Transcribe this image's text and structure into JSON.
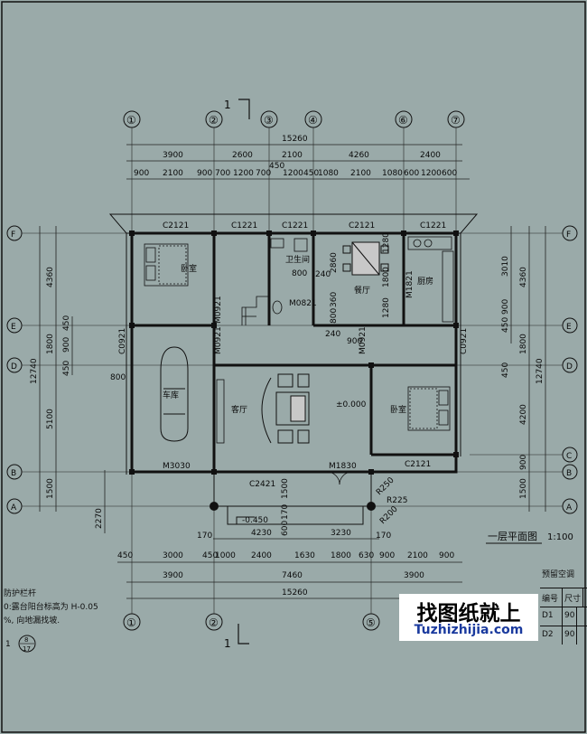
{
  "sheet": {
    "section_mark": "1",
    "plan_title": "一层平面图",
    "plan_scale": "1:100",
    "watermark_cn": "找图纸就上",
    "watermark_en": "Tuzhizhijia.com"
  },
  "axes_vertical": [
    "①",
    "②",
    "③",
    "④",
    "⑥",
    "⑦"
  ],
  "axes_bottom": [
    "①",
    "②",
    "⑤"
  ],
  "axes_horizontal": [
    "F",
    "E",
    "D",
    "C",
    "B",
    "A"
  ],
  "dims_top": {
    "overall": "15260",
    "row2": [
      "3900",
      "2600",
      "2100",
      "4260",
      "2400"
    ],
    "row3": [
      "900",
      "2100",
      "900",
      "700",
      "1200",
      "700",
      "1200",
      "450",
      "1080",
      "2100",
      "1080",
      "600",
      "1200",
      "600"
    ],
    "extra": "450"
  },
  "dims_bottom": {
    "overall": "15260",
    "row2": [
      "3900",
      "7460",
      "3900"
    ],
    "row1": [
      "450",
      "3000",
      "450",
      "1000",
      "2400",
      "1630",
      "1800",
      "630",
      "900",
      "2100",
      "900"
    ],
    "front": [
      "4230",
      "3230"
    ],
    "small": [
      "170",
      "170"
    ]
  },
  "dims_left": {
    "overall": "12740",
    "parts": [
      "4360",
      "1800",
      "5100",
      "1500"
    ],
    "sub": [
      "450",
      "900",
      "450"
    ],
    "porch": "2270",
    "wall": "800"
  },
  "dims_right": {
    "overall": "12740",
    "parts": [
      "4360",
      "1800",
      "4200",
      "900",
      "1500"
    ],
    "sub": [
      "3010",
      "900",
      "450",
      "450"
    ]
  },
  "windows": [
    "C2121",
    "C1221",
    "C1221",
    "C2121",
    "C1221",
    "C0921",
    "C0921",
    "C2121",
    "C2421"
  ],
  "doors": [
    "M0921",
    "M0921",
    "M0821",
    "M1821",
    "M0921",
    "M1830",
    "M3030"
  ],
  "rooms": {
    "bedroom1": "卧室",
    "bedroom2": "卧室",
    "bathroom": "卫生间",
    "dining": "餐厅",
    "kitchen": "厨房",
    "living": "客厅",
    "garage": "车库"
  },
  "levels": {
    "floor": "±0.000",
    "outdoor": "-0.450"
  },
  "radii": [
    "R250",
    "R225",
    "R200"
  ],
  "misc_dims": [
    "800",
    "240",
    "2860",
    "1280",
    "1800",
    "1280",
    "360",
    "800",
    "240",
    "900",
    "1500",
    "170",
    "600"
  ],
  "notes": [
    "防护栏杆",
    "0:露台阳台标高为 H-0.05",
    "%, 向地漏找坡."
  ],
  "note_ref": {
    "num": "8",
    "den": "17"
  },
  "schedule": {
    "caption": "预留空调",
    "header": [
      "编号",
      "尺寸"
    ],
    "rows": [
      [
        "D1",
        "90"
      ],
      [
        "D2",
        "90"
      ]
    ]
  }
}
